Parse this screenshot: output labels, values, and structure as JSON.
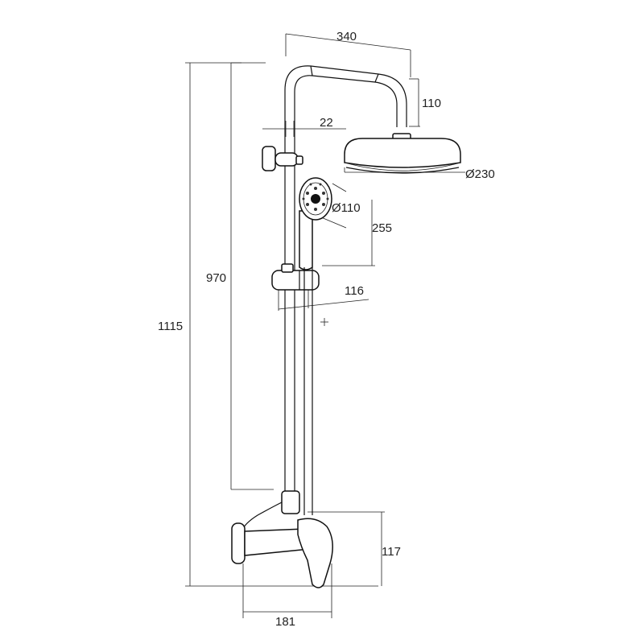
{
  "dimensions": {
    "total_height": "1115",
    "bar_height": "970",
    "arm_length": "340",
    "arm_drop": "110",
    "wall_offset": "22",
    "head_diameter": "Ø230",
    "hand_diameter": "Ø110",
    "slider_to_hand": "255",
    "slider_offset": "116",
    "mixer_height": "117",
    "mixer_width": "181"
  },
  "colors": {
    "line": "#111111",
    "dimension_line": "#222222",
    "background": "#ffffff"
  }
}
